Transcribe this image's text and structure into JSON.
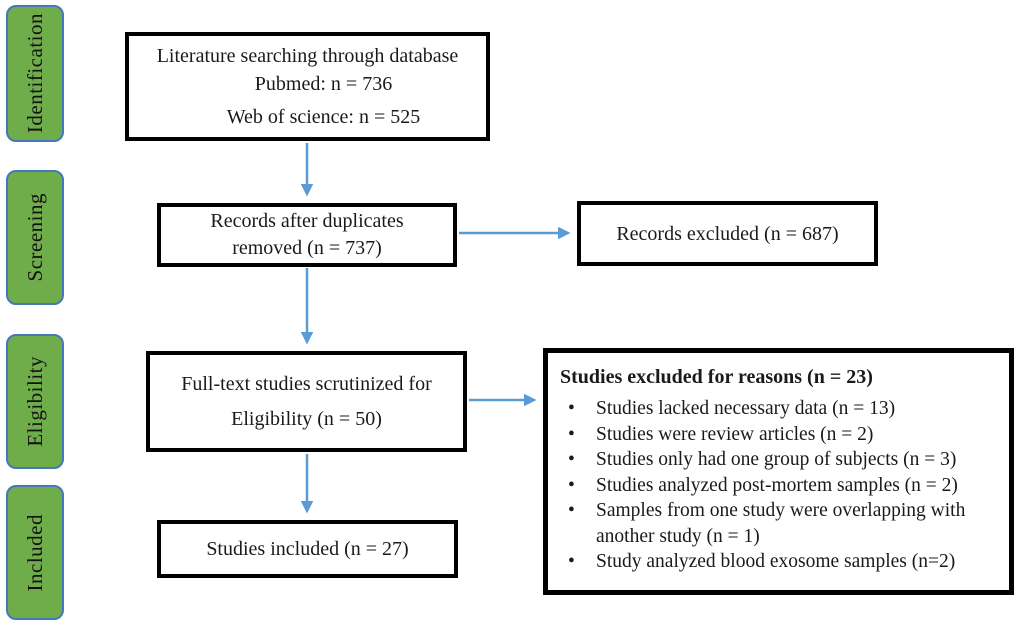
{
  "figure": {
    "type": "prisma-flow-diagram",
    "colors": {
      "stage_fill": "#6FAD4B",
      "stage_border": "#4577BC",
      "arrow": "#5B9BD5",
      "box_border": "#000000",
      "background": "#FFFFFF",
      "text": "#1A1A1A"
    },
    "sidebar": {
      "stages": [
        "Identification",
        "Screening",
        "Eligibility",
        "Included"
      ]
    },
    "flow": {
      "search_box": {
        "line1": "Literature searching through database",
        "line2": "Pubmed: n = 736",
        "line3": "Web of science: n = 525"
      },
      "duplicates_box": {
        "line1": "Records after duplicates",
        "line2": "removed (n = 737)"
      },
      "records_excluded_box": {
        "label": "Records excluded (n = 687)"
      },
      "fulltext_box": {
        "line1": "Full-text studies scrutinized for",
        "line2": "Eligibility (n = 50)"
      },
      "reasons_box": {
        "title": "Studies excluded for reasons (n = 23)",
        "items": [
          "Studies lacked necessary data (n = 13)",
          "Studies were review articles (n = 2)",
          "Studies only had one group of subjects (n = 3)",
          "Studies analyzed post-mortem samples (n = 2)",
          "Samples from one study were overlapping with another study (n = 1)",
          "Study analyzed blood exosome samples (n=2)"
        ]
      },
      "included_box": {
        "label": "Studies included (n = 27)"
      }
    }
  }
}
